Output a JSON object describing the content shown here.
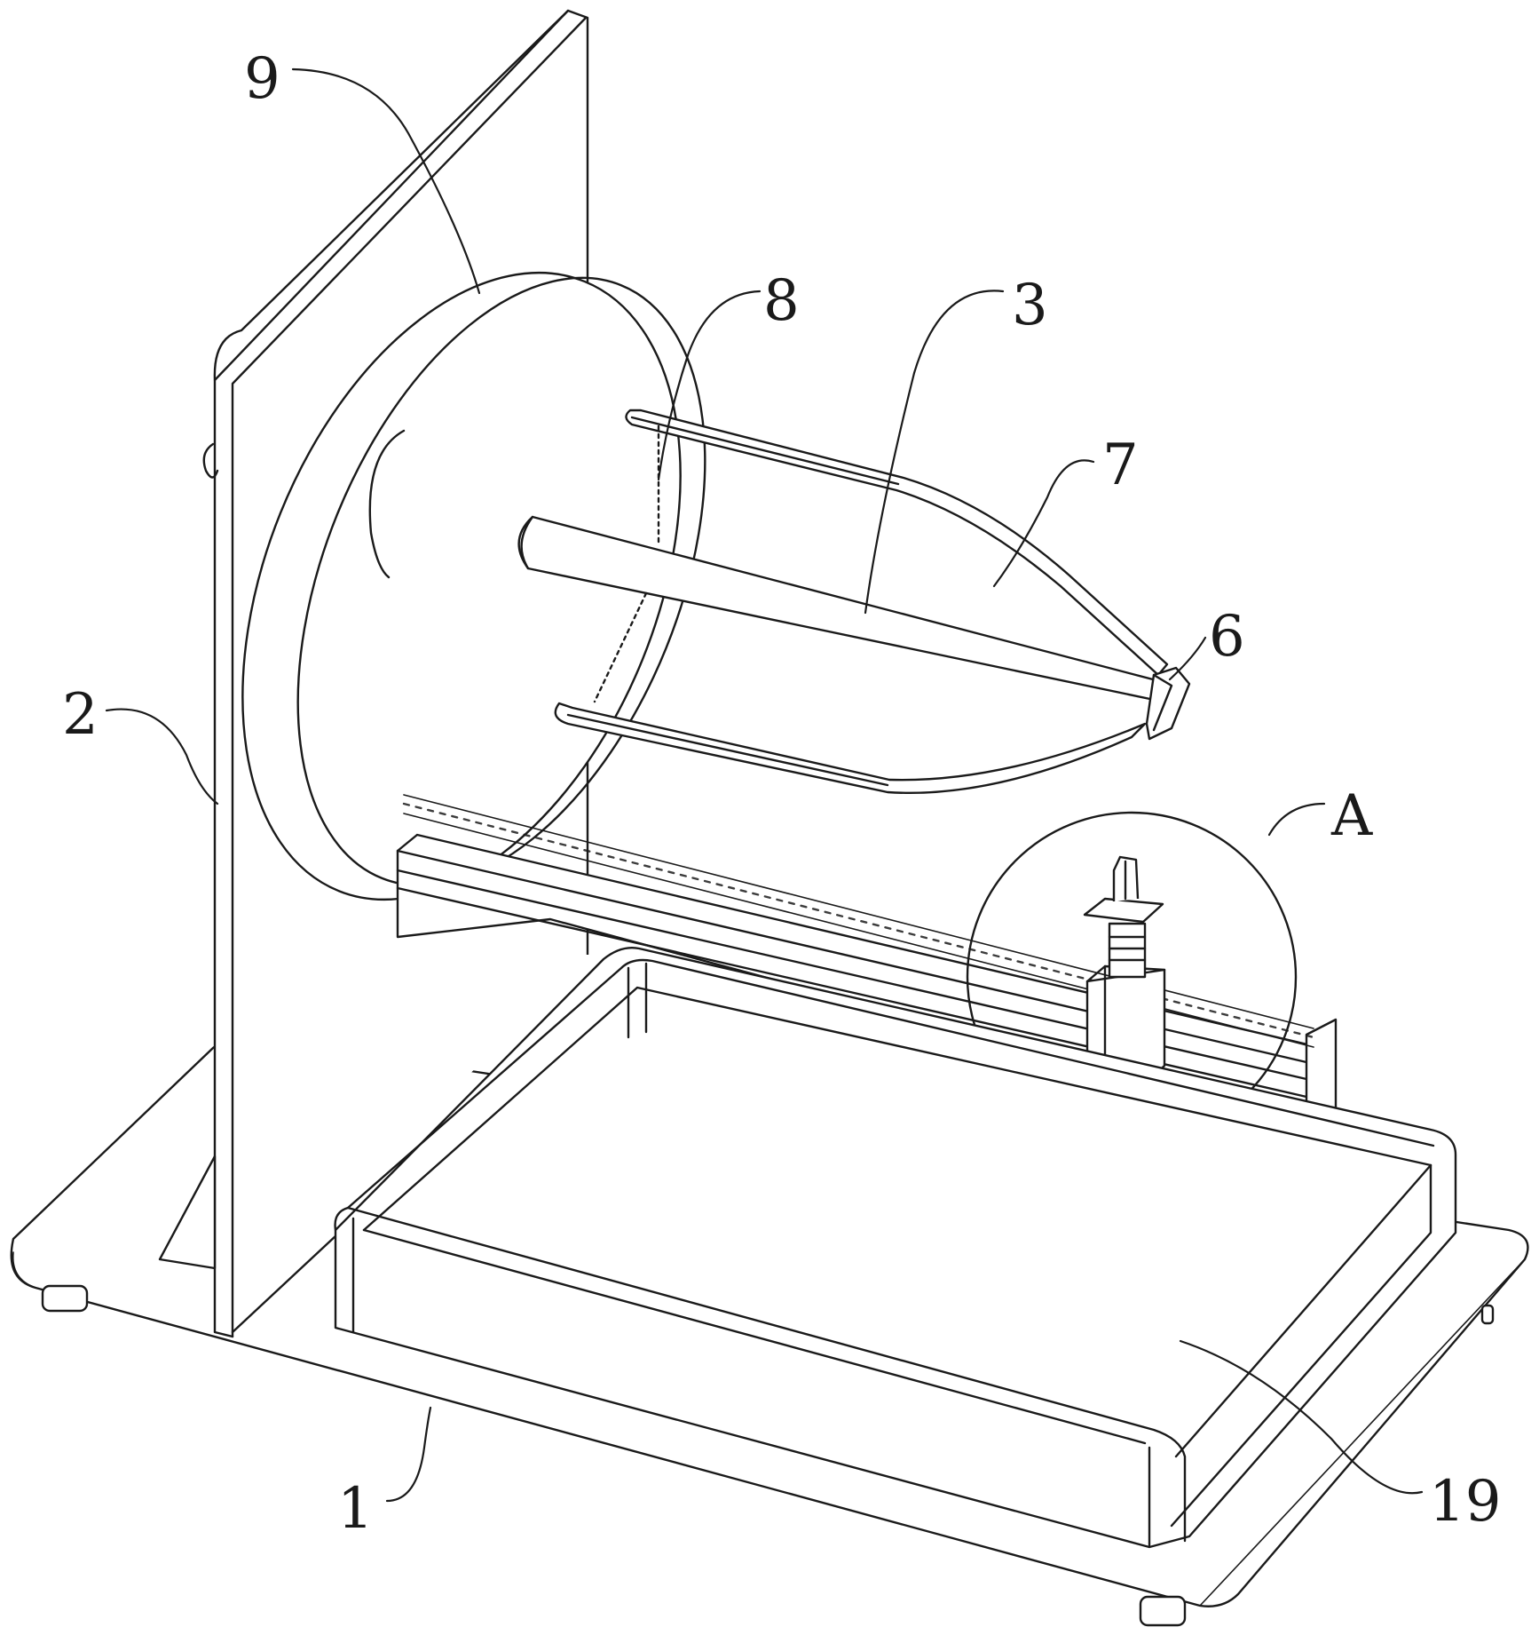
{
  "labels": {
    "l9": "9",
    "l8": "8",
    "l3": "3",
    "l7": "7",
    "l6": "6",
    "l2": "2",
    "lA": "A",
    "l1": "1",
    "l19": "19"
  },
  "colors": {
    "line": "#1a1a1a",
    "background": "#ffffff"
  }
}
